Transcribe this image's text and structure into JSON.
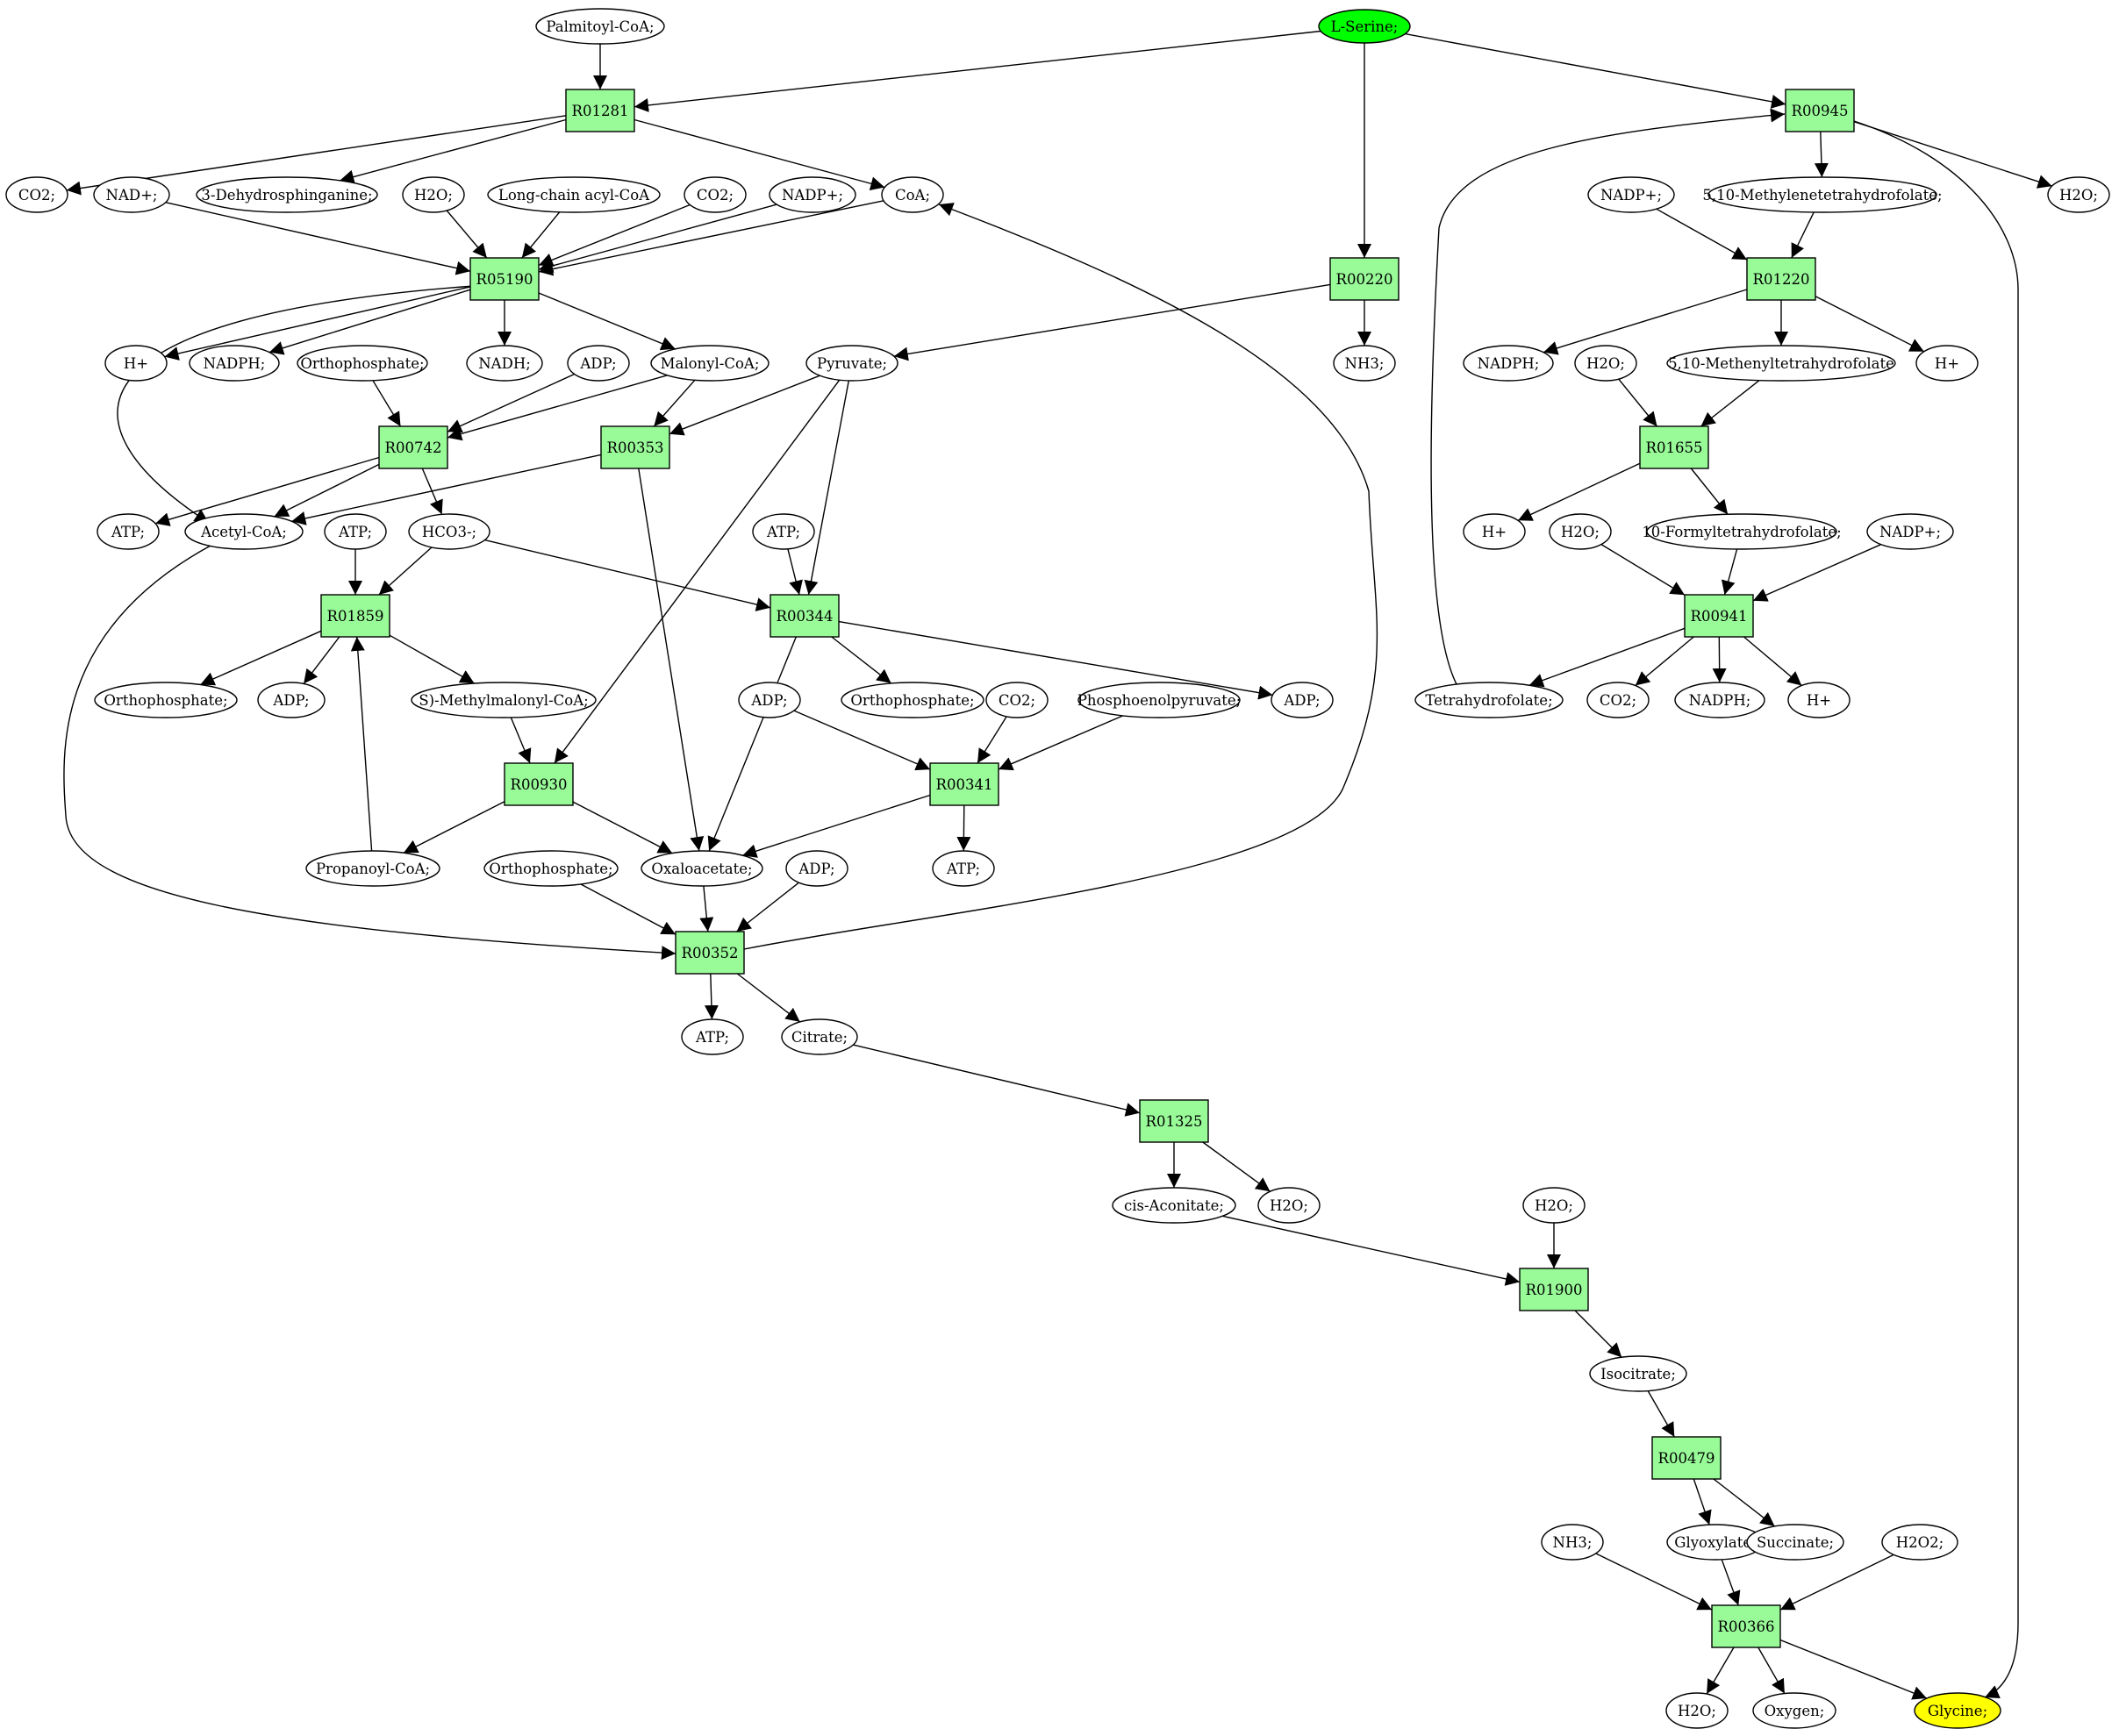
{
  "colors": {
    "reaction_fill": "#98fb98",
    "source_fill": "#00ff00",
    "target_fill": "#ffff00",
    "compound_fill": "#ffffff",
    "stroke": "#000000"
  },
  "nodes": {
    "palmitoyl_coa": {
      "label": "Palmitoyl-CoA;",
      "kind": "compound"
    },
    "l_serine": {
      "label": "L-Serine;",
      "kind": "source"
    },
    "r01281": {
      "label": "R01281",
      "kind": "reaction"
    },
    "r00945": {
      "label": "R00945",
      "kind": "reaction"
    },
    "co2_a": {
      "label": "CO2;",
      "kind": "compound"
    },
    "nad_plus": {
      "label": "NAD+;",
      "kind": "compound"
    },
    "dehydrosphinganine": {
      "label": "3-Dehydrosphinganine;",
      "kind": "compound"
    },
    "h2o_a": {
      "label": "H2O;",
      "kind": "compound"
    },
    "long_chain_acyl_coa": {
      "label": "Long-chain acyl-CoA",
      "kind": "compound"
    },
    "co2_b": {
      "label": "CO2;",
      "kind": "compound"
    },
    "nadp_plus_a": {
      "label": "NADP+;",
      "kind": "compound"
    },
    "coa": {
      "label": "CoA;",
      "kind": "compound"
    },
    "nadp_plus_b": {
      "label": "NADP+;",
      "kind": "compound"
    },
    "methylenethf": {
      "label": "5,10-Methylenetetrahydrofolate;",
      "kind": "compound"
    },
    "h2o_b": {
      "label": "H2O;",
      "kind": "compound"
    },
    "r05190": {
      "label": "R05190",
      "kind": "reaction"
    },
    "r00220": {
      "label": "R00220",
      "kind": "reaction"
    },
    "r01220": {
      "label": "R01220",
      "kind": "reaction"
    },
    "h_plus_a": {
      "label": "H+",
      "kind": "compound"
    },
    "nadph_a": {
      "label": "NADPH;",
      "kind": "compound"
    },
    "orthophosphate_a": {
      "label": "Orthophosphate;",
      "kind": "compound"
    },
    "nadh": {
      "label": "NADH;",
      "kind": "compound"
    },
    "adp_a": {
      "label": "ADP;",
      "kind": "compound"
    },
    "malonyl_coa": {
      "label": "Malonyl-CoA;",
      "kind": "compound"
    },
    "pyruvate": {
      "label": "Pyruvate;",
      "kind": "compound"
    },
    "nh3_a": {
      "label": "NH3;",
      "kind": "compound"
    },
    "nadph_b": {
      "label": "NADPH;",
      "kind": "compound"
    },
    "h2o_c": {
      "label": "H2O;",
      "kind": "compound"
    },
    "methenylthf": {
      "label": "5,10-Methenyltetrahydrofolate",
      "kind": "compound"
    },
    "h_plus_b": {
      "label": "H+",
      "kind": "compound"
    },
    "r00742": {
      "label": "R00742",
      "kind": "reaction"
    },
    "r00353": {
      "label": "R00353",
      "kind": "reaction"
    },
    "r01655": {
      "label": "R01655",
      "kind": "reaction"
    },
    "atp_a": {
      "label": "ATP;",
      "kind": "compound"
    },
    "acetyl_coa": {
      "label": "Acetyl-CoA;",
      "kind": "compound"
    },
    "atp_b": {
      "label": "ATP;",
      "kind": "compound"
    },
    "hco3": {
      "label": "HCO3-;",
      "kind": "compound"
    },
    "atp_c": {
      "label": "ATP;",
      "kind": "compound"
    },
    "h_plus_c": {
      "label": "H+",
      "kind": "compound"
    },
    "h2o_d": {
      "label": "H2O;",
      "kind": "compound"
    },
    "formylthf": {
      "label": "10-Formyltetrahydrofolate;",
      "kind": "compound"
    },
    "nadp_plus_c": {
      "label": "NADP+;",
      "kind": "compound"
    },
    "r01859": {
      "label": "R01859",
      "kind": "reaction"
    },
    "r00344": {
      "label": "R00344",
      "kind": "reaction"
    },
    "r00941": {
      "label": "R00941",
      "kind": "reaction"
    },
    "orthophosphate_b": {
      "label": "Orthophosphate;",
      "kind": "compound"
    },
    "adp_b": {
      "label": "ADP;",
      "kind": "compound"
    },
    "methylmalonyl_coa": {
      "label": "S)-Methylmalonyl-CoA;",
      "kind": "compound"
    },
    "adp_c": {
      "label": "ADP;",
      "kind": "compound"
    },
    "orthophosphate_c": {
      "label": "Orthophosphate;",
      "kind": "compound"
    },
    "co2_c": {
      "label": "CO2;",
      "kind": "compound"
    },
    "pep": {
      "label": "Phosphoenolpyruvate;",
      "kind": "compound"
    },
    "adp_d": {
      "label": "ADP;",
      "kind": "compound"
    },
    "thf": {
      "label": "Tetrahydrofolate;",
      "kind": "compound"
    },
    "co2_d": {
      "label": "CO2;",
      "kind": "compound"
    },
    "nadph_c": {
      "label": "NADPH;",
      "kind": "compound"
    },
    "h_plus_d": {
      "label": "H+",
      "kind": "compound"
    },
    "r00930": {
      "label": "R00930",
      "kind": "reaction"
    },
    "r00341": {
      "label": "R00341",
      "kind": "reaction"
    },
    "propanoyl_coa": {
      "label": "Propanoyl-CoA;",
      "kind": "compound"
    },
    "orthophosphate_d": {
      "label": "Orthophosphate;",
      "kind": "compound"
    },
    "oxaloacetate": {
      "label": "Oxaloacetate;",
      "kind": "compound"
    },
    "adp_e": {
      "label": "ADP;",
      "kind": "compound"
    },
    "atp_d": {
      "label": "ATP;",
      "kind": "compound"
    },
    "r00352": {
      "label": "R00352",
      "kind": "reaction"
    },
    "atp_e": {
      "label": "ATP;",
      "kind": "compound"
    },
    "citrate": {
      "label": "Citrate;",
      "kind": "compound"
    },
    "r01325": {
      "label": "R01325",
      "kind": "reaction"
    },
    "cis_aconitate": {
      "label": "cis-Aconitate;",
      "kind": "compound"
    },
    "h2o_e": {
      "label": "H2O;",
      "kind": "compound"
    },
    "h2o_f": {
      "label": "H2O;",
      "kind": "compound"
    },
    "r01900": {
      "label": "R01900",
      "kind": "reaction"
    },
    "isocitrate": {
      "label": "Isocitrate;",
      "kind": "compound"
    },
    "r00479": {
      "label": "R00479",
      "kind": "reaction"
    },
    "nh3_b": {
      "label": "NH3;",
      "kind": "compound"
    },
    "glyoxylate": {
      "label": "Glyoxylate;",
      "kind": "compound"
    },
    "succinate": {
      "label": "Succinate;",
      "kind": "compound"
    },
    "h2o2": {
      "label": "H2O2;",
      "kind": "compound"
    },
    "r00366": {
      "label": "R00366",
      "kind": "reaction"
    },
    "h2o_g": {
      "label": "H2O;",
      "kind": "compound"
    },
    "oxygen": {
      "label": "Oxygen;",
      "kind": "compound"
    },
    "glycine": {
      "label": "Glycine;",
      "kind": "target"
    }
  },
  "edges": [
    [
      "palmitoyl_coa",
      "r01281"
    ],
    [
      "l_serine",
      "r01281"
    ],
    [
      "l_serine",
      "r00945"
    ],
    [
      "l_serine",
      "r00220"
    ],
    [
      "r01281",
      "co2_a"
    ],
    [
      "r01281",
      "dehydrosphinganine"
    ],
    [
      "r01281",
      "coa"
    ],
    [
      "nad_plus",
      "r05190"
    ],
    [
      "h2o_a",
      "r05190"
    ],
    [
      "long_chain_acyl_coa",
      "r05190"
    ],
    [
      "co2_b",
      "r05190"
    ],
    [
      "nadp_plus_a",
      "r05190"
    ],
    [
      "coa",
      "r05190"
    ],
    [
      "r05190",
      "h_plus_a"
    ],
    [
      "r05190",
      "nadph_a"
    ],
    [
      "r05190",
      "nadh"
    ],
    [
      "r05190",
      "malonyl_coa"
    ],
    [
      "r05190",
      "acetyl_coa"
    ],
    [
      "r00945",
      "methylenethf"
    ],
    [
      "r00945",
      "h2o_b"
    ],
    [
      "r00945",
      "glycine"
    ],
    [
      "thf",
      "r00945"
    ],
    [
      "nadp_plus_b",
      "r01220"
    ],
    [
      "methylenethf",
      "r01220"
    ],
    [
      "r01220",
      "nadph_b"
    ],
    [
      "r01220",
      "methenylthf"
    ],
    [
      "r01220",
      "h_plus_b"
    ],
    [
      "h2o_c",
      "r01655"
    ],
    [
      "methenylthf",
      "r01655"
    ],
    [
      "r01655",
      "h_plus_c"
    ],
    [
      "r01655",
      "formylthf"
    ],
    [
      "h2o_d",
      "r00941"
    ],
    [
      "formylthf",
      "r00941"
    ],
    [
      "nadp_plus_c",
      "r00941"
    ],
    [
      "r00941",
      "thf"
    ],
    [
      "r00941",
      "co2_d"
    ],
    [
      "r00941",
      "nadph_c"
    ],
    [
      "r00941",
      "h_plus_d"
    ],
    [
      "r00220",
      "pyruvate"
    ],
    [
      "r00220",
      "nh3_a"
    ],
    [
      "orthophosphate_a",
      "r00742"
    ],
    [
      "adp_a",
      "r00742"
    ],
    [
      "malonyl_coa",
      "r00742"
    ],
    [
      "r00742",
      "atp_a"
    ],
    [
      "r00742",
      "acetyl_coa"
    ],
    [
      "r00742",
      "hco3"
    ],
    [
      "malonyl_coa",
      "r00353"
    ],
    [
      "pyruvate",
      "r00353"
    ],
    [
      "r00353",
      "acetyl_coa"
    ],
    [
      "r00353",
      "oxaloacetate"
    ],
    [
      "atp_b",
      "r01859"
    ],
    [
      "hco3",
      "r01859"
    ],
    [
      "propanoyl_coa",
      "r01859"
    ],
    [
      "r01859",
      "orthophosphate_b"
    ],
    [
      "r01859",
      "adp_b"
    ],
    [
      "r01859",
      "methylmalonyl_coa"
    ],
    [
      "hco3",
      "r00344"
    ],
    [
      "atp_c",
      "r00344"
    ],
    [
      "pyruvate",
      "r00344"
    ],
    [
      "r00344",
      "orthophosphate_c"
    ],
    [
      "r00344",
      "adp_d"
    ],
    [
      "r00344",
      "oxaloacetate"
    ],
    [
      "methylmalonyl_coa",
      "r00930"
    ],
    [
      "pyruvate",
      "r00930"
    ],
    [
      "r00930",
      "propanoyl_coa"
    ],
    [
      "r00930",
      "oxaloacetate"
    ],
    [
      "adp_c",
      "r00341"
    ],
    [
      "co2_c",
      "r00341"
    ],
    [
      "pep",
      "r00341"
    ],
    [
      "r00341",
      "oxaloacetate"
    ],
    [
      "r00341",
      "atp_d"
    ],
    [
      "orthophosphate_d",
      "r00352"
    ],
    [
      "oxaloacetate",
      "r00352"
    ],
    [
      "adp_e",
      "r00352"
    ],
    [
      "acetyl_coa",
      "r00352"
    ],
    [
      "r00352",
      "atp_e"
    ],
    [
      "r00352",
      "citrate"
    ],
    [
      "r00352",
      "coa"
    ],
    [
      "citrate",
      "r01325"
    ],
    [
      "r01325",
      "cis_aconitate"
    ],
    [
      "r01325",
      "h2o_e"
    ],
    [
      "cis_aconitate",
      "r01900"
    ],
    [
      "h2o_f",
      "r01900"
    ],
    [
      "r01900",
      "isocitrate"
    ],
    [
      "isocitrate",
      "r00479"
    ],
    [
      "r00479",
      "glyoxylate"
    ],
    [
      "r00479",
      "succinate"
    ],
    [
      "nh3_b",
      "r00366"
    ],
    [
      "glyoxylate",
      "r00366"
    ],
    [
      "h2o2",
      "r00366"
    ],
    [
      "r00366",
      "h2o_g"
    ],
    [
      "r00366",
      "oxygen"
    ],
    [
      "r00366",
      "glycine"
    ]
  ]
}
